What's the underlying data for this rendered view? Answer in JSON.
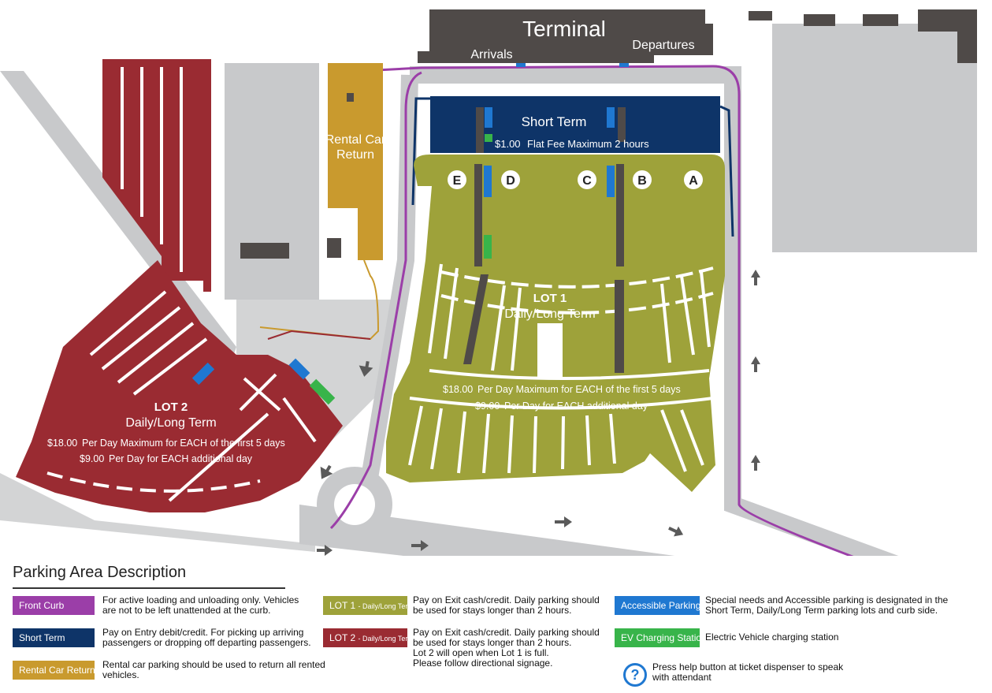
{
  "map": {
    "terminal": "Terminal",
    "arrivals": "Arrivals",
    "departures": "Departures",
    "rental_return_line1": "Rental Car",
    "rental_return_line2": "Return",
    "short_term_title": "Short Term",
    "short_term_fee_amount": "$1.00",
    "short_term_fee_text": "Flat Fee Maximum 2 hours",
    "sections": [
      "E",
      "D",
      "C",
      "B",
      "A"
    ],
    "lot1_title": "LOT 1",
    "lot1_sub": "Daily/Long Term",
    "lot1_rate1_amount": "$18.00",
    "lot1_rate1_text": "Per Day Maximum for EACH of the first 5 days",
    "lot1_rate2_amount": "$9.00",
    "lot1_rate2_text": "Per Day for EACH additional day",
    "lot2_title": "LOT 2",
    "lot2_sub": "Daily/Long Term",
    "lot2_rate1_amount": "$18.00",
    "lot2_rate1_text": "Per Day Maximum for EACH of the first 5 days",
    "lot2_rate2_amount": "$9.00",
    "lot2_rate2_text": "Per Day for EACH additional day"
  },
  "legend": {
    "title": "Parking Area Description",
    "front_curb": {
      "label": "Front Curb",
      "desc1": "For active loading and unloading only.  Vehicles",
      "desc2": "are not to be left unattended at the curb."
    },
    "short_term": {
      "label": "Short Term",
      "desc1": "Pay on Entry debit/credit.  For picking up arriving",
      "desc2": "passengers or dropping off departing passengers."
    },
    "rental_return": {
      "label": "Rental Car Return",
      "desc1": "Rental car parking should be used  to return all rented",
      "desc2": "vehicles."
    },
    "lot1": {
      "label": "LOT 1",
      "label_small": "- Daily/Long Term",
      "desc1": "Pay on Exit cash/credit. Daily parking should",
      "desc2": "be used for stays longer than 2 hours."
    },
    "lot2": {
      "label": "LOT 2",
      "label_small": "- Daily/Long Term",
      "desc1": "Pay on Exit cash/credit. Daily parking should",
      "desc2": "be used for stays longer than 2 hours.",
      "desc3": "Lot 2 will open when Lot 1 is full.",
      "desc4": "Please follow directional signage."
    },
    "accessible": {
      "label": "Accessible Parking",
      "desc1": "Special needs and Accessible parking is designated in the",
      "desc2": "Short Term, Daily/Long Term parking lots and curb side."
    },
    "ev": {
      "label": "EV Charging Station",
      "desc1": "Electric Vehicle charging station"
    },
    "help": {
      "icon": "?",
      "desc1": "Press help button at ticket dispenser to speak",
      "desc2": "with attendant"
    }
  },
  "colors": {
    "front_curb": "#9b3ea8",
    "short_term": "#0e3468",
    "rental_return": "#c99a2e",
    "lot1": "#9ea23a",
    "lot2": "#9a2b32",
    "accessible": "#1f78d1",
    "ev": "#38b44a",
    "building": "#4f4a48",
    "road": "#c8c9cb"
  }
}
